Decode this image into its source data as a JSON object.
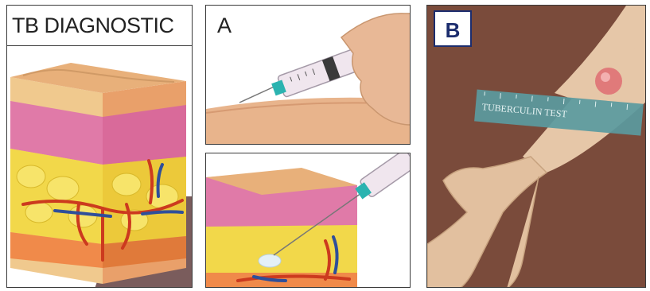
{
  "panels": {
    "tb_diagnostic": {
      "title": "TB DIAGNOSTIC"
    },
    "a": {
      "label": "A"
    },
    "b": {
      "label": "B",
      "ruler_text": "TUBERCULIN TEST"
    }
  },
  "colors": {
    "skin_top": "#e8b07a",
    "dermis": "#e07aa8",
    "fat": "#f2d84a",
    "vessel_red": "#cc3a1e",
    "vessel_blue": "#2f4f9a",
    "background_b": "#7a4b3b",
    "badge_border": "#1c2d6e"
  }
}
